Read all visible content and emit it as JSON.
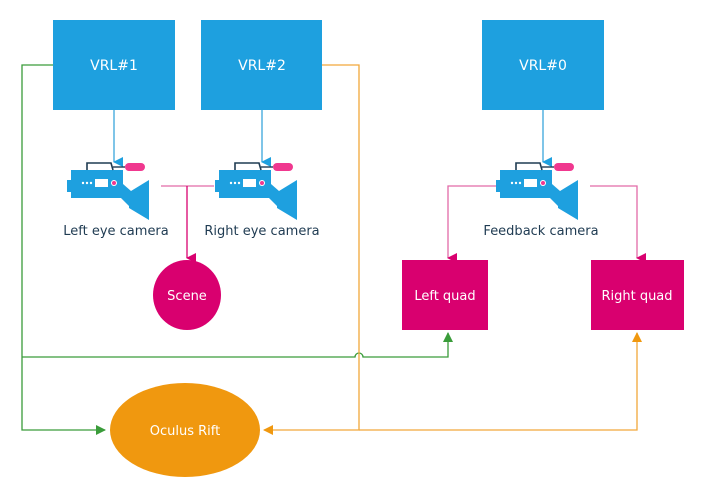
{
  "colors": {
    "blue": "#1ea0df",
    "blue_line": "#3aa6dc",
    "magenta": "#d9006f",
    "pink_line": "#e26aa8",
    "pink_mic": "#f0388f",
    "orange": "#f0980f",
    "orange_line": "#f2a83a",
    "green": "#3a9c3a",
    "dark_text": "#1f3b52",
    "white": "#ffffff"
  },
  "nodes": {
    "vrl1": {
      "label": "VRL#1"
    },
    "vrl2": {
      "label": "VRL#2"
    },
    "vrl0": {
      "label": "VRL#0"
    },
    "left_eye_camera": {
      "label": "Left eye camera",
      "icon": "video-camera-icon"
    },
    "right_eye_camera": {
      "label": "Right eye camera",
      "icon": "video-camera-icon"
    },
    "feedback_camera": {
      "label": "Feedback camera",
      "icon": "video-camera-icon"
    },
    "scene": {
      "label": "Scene"
    },
    "left_quad": {
      "label": "Left quad"
    },
    "right_quad": {
      "label": "Right quad"
    },
    "oculus_rift": {
      "label": "Oculus Rift"
    }
  },
  "edges": [
    {
      "from": "VRL#1",
      "to": "Left eye camera",
      "color": "blue"
    },
    {
      "from": "VRL#2",
      "to": "Right eye camera",
      "color": "blue"
    },
    {
      "from": "VRL#0",
      "to": "Feedback camera",
      "color": "blue"
    },
    {
      "from": "Left eye camera",
      "to": "Scene",
      "color": "magenta"
    },
    {
      "from": "Right eye camera",
      "to": "Scene",
      "color": "magenta"
    },
    {
      "from": "Feedback camera",
      "to": "Left quad",
      "color": "magenta"
    },
    {
      "from": "Feedback camera",
      "to": "Right quad",
      "color": "magenta"
    },
    {
      "from": "VRL#1",
      "to": "Oculus Rift",
      "color": "green"
    },
    {
      "from": "VRL#1",
      "to": "Left quad",
      "color": "green"
    },
    {
      "from": "VRL#2",
      "to": "Oculus Rift",
      "color": "orange"
    },
    {
      "from": "VRL#2",
      "to": "Right quad",
      "color": "orange"
    }
  ]
}
